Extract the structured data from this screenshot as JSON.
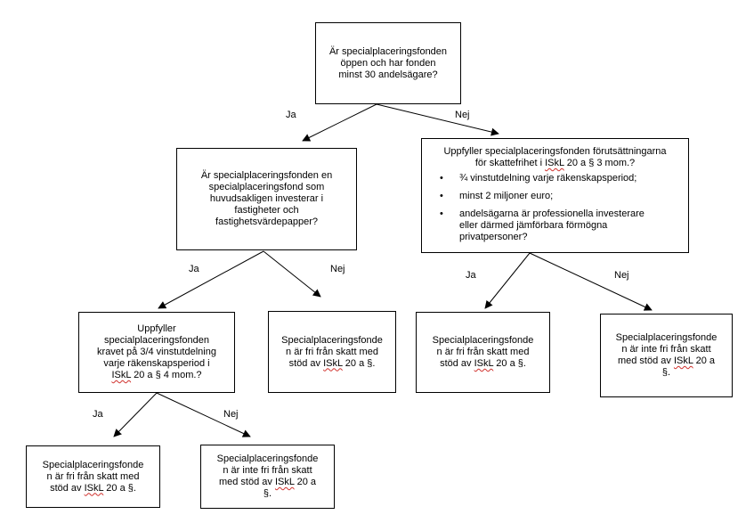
{
  "root": {
    "lines": [
      "Är specialplaceringsfonden",
      "öppen och har fonden",
      "minst 30 andelsägare?"
    ]
  },
  "label_root_yes": "Ja",
  "label_root_no": "Nej",
  "q_real_estate": {
    "lines": [
      "Är specialplaceringsfonden en",
      "specialplaceringsfond som",
      "huvudsakligen investerar i",
      "fastigheter och",
      "fastighetsvärdepapper?"
    ]
  },
  "q_conditions": {
    "line1": "Uppfyller specialplaceringsfonden förutsättningarna",
    "line2_pre": "för skattefrihet i ",
    "line2_law": "ISkL",
    "line2_post": " 20 a § 3 mom.?",
    "bullets": [
      "¾ vinstutdelning varje räkenskapsperiod;",
      "minst 2 miljoner euro;",
      "andelsägarna är professionella investerare eller därmed jämförbara förmögna privatpersoner?"
    ]
  },
  "label_re_yes": "Ja",
  "label_re_no": "Nej",
  "label_cond_yes": "Ja",
  "label_cond_no": "Nej",
  "q_distribution": {
    "lines": [
      "Uppfyller",
      "specialplaceringsfonden",
      "kravet på 3/4 vinstutdelning",
      "varje räkenskapsperiod i"
    ],
    "last_law": "ISkL",
    "last_post": " 20 a § 4 mom.?"
  },
  "out_re_no": {
    "lines": [
      "Specialplaceringsfonde",
      "n är fri från skatt med"
    ],
    "law_pre": "stöd av ",
    "law": "ISkL",
    "law_post": " 20 a §."
  },
  "out_cond_yes": {
    "lines": [
      "Specialplaceringsfonde",
      "n är fri från skatt med"
    ],
    "law_pre": "stöd av ",
    "law": "ISkL",
    "law_post": " 20 a §."
  },
  "out_cond_no": {
    "lines": [
      "Specialplaceringsfonde",
      "n är inte fri från skatt"
    ],
    "law_pre": "med stöd av ",
    "law": "ISkL",
    "law_post": " 20 a",
    "tail": "§."
  },
  "label_dist_yes": "Ja",
  "label_dist_no": "Nej",
  "out_dist_yes": {
    "lines": [
      "Specialplaceringsfonde",
      "n är fri från skatt med"
    ],
    "law_pre": "stöd av ",
    "law": "ISkL",
    "law_post": " 20 a §."
  },
  "out_dist_no": {
    "lines": [
      "Specialplaceringsfonde",
      "n är inte fri från skatt"
    ],
    "law_pre": "med stöd av ",
    "law": "ISkL",
    "law_post": " 20 a",
    "tail": "§."
  }
}
